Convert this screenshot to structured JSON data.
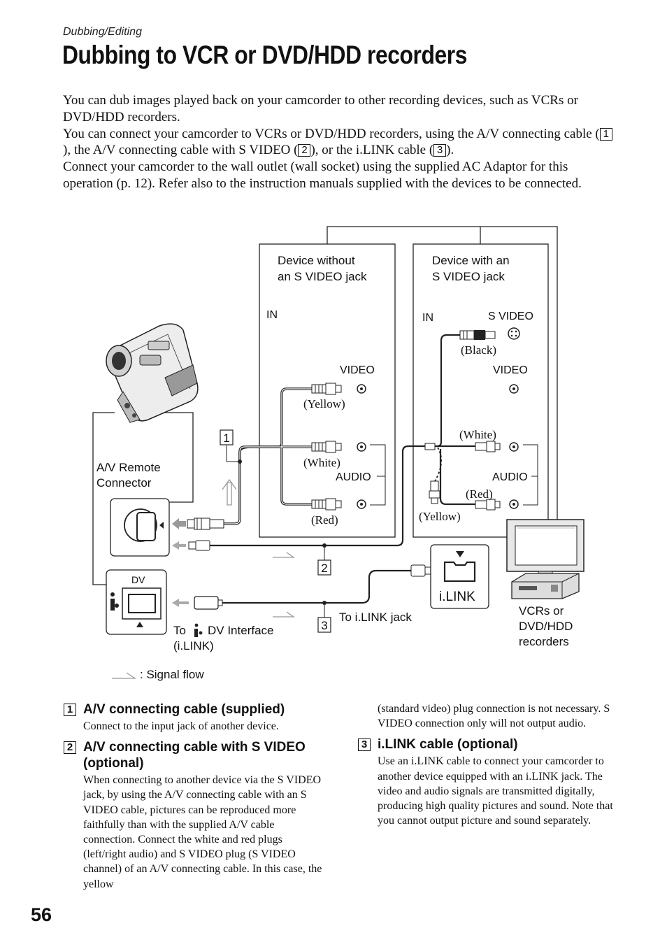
{
  "header": {
    "section": "Dubbing/Editing",
    "title": "Dubbing to VCR or DVD/HDD recorders"
  },
  "intro": {
    "p1": "You can dub images played back on your camcorder to other recording devices, such as VCRs or DVD/HDD recorders.",
    "p2_a": "You can connect your camcorder to VCRs or DVD/HDD recorders, using the A/V connecting cable (",
    "p2_b": "), the A/V connecting cable with S VIDEO (",
    "p2_c": "), or the i.LINK cable (",
    "p2_d": ").",
    "p3": "Connect your camcorder to the wall outlet (wall socket) using the supplied AC Adaptor for this operation (p. 12). Refer also to the instruction manuals supplied with the devices to be connected.",
    "ref1": "1",
    "ref2": "2",
    "ref3": "3"
  },
  "diagram": {
    "device_without": [
      "Device without",
      "an S VIDEO jack"
    ],
    "device_with": [
      "Device with an",
      "S VIDEO jack"
    ],
    "in_left": "IN",
    "in_right": "IN",
    "svideo": "S VIDEO",
    "video_left": "VIDEO",
    "video_right": "VIDEO",
    "audio_left": "AUDIO",
    "audio_right": "AUDIO",
    "yellow_left": "(Yellow)",
    "white_left": "(White)",
    "red_left": "(Red)",
    "black": "(Black)",
    "white_right": "(White)",
    "red_right": "(Red)",
    "yellow_right": "(Yellow)",
    "av_remote": [
      "A/V Remote",
      "Connector"
    ],
    "dv": "DV",
    "to_dv": [
      "To",
      "DV Interface",
      "(i.LINK)"
    ],
    "to_ilink": "To i.LINK jack",
    "ilink": "i.LINK",
    "recorders": [
      "VCRs or",
      "DVD/HDD",
      "recorders"
    ],
    "signal_flow": ": Signal flow",
    "marker1": "1",
    "marker2": "2",
    "marker3": "3"
  },
  "notes": {
    "n1_num": "1",
    "n1_title": "A/V connecting cable (supplied)",
    "n1_body": "Connect to the input jack of another device.",
    "n2_num": "2",
    "n2_title": "A/V connecting cable with S VIDEO (optional)",
    "n2_body": "When connecting to another device via the S VIDEO jack, by using the A/V connecting cable with an S VIDEO cable, pictures can be reproduced more faithfully than with the supplied A/V cable connection. Connect the white and red plugs (left/right audio) and S VIDEO plug (S VIDEO channel) of an A/V connecting cable. In this case, the yellow",
    "n2_cont": "(standard video) plug connection is not necessary. S VIDEO connection only will not output audio.",
    "n3_num": "3",
    "n3_title": "i.LINK cable (optional)",
    "n3_body": "Use an i.LINK cable to connect your camcorder to another device equipped with an i.LINK jack. The video and audio signals are transmitted digitally, producing high quality pictures and sound. Note that you cannot output picture and sound separately."
  },
  "page_number": "56"
}
